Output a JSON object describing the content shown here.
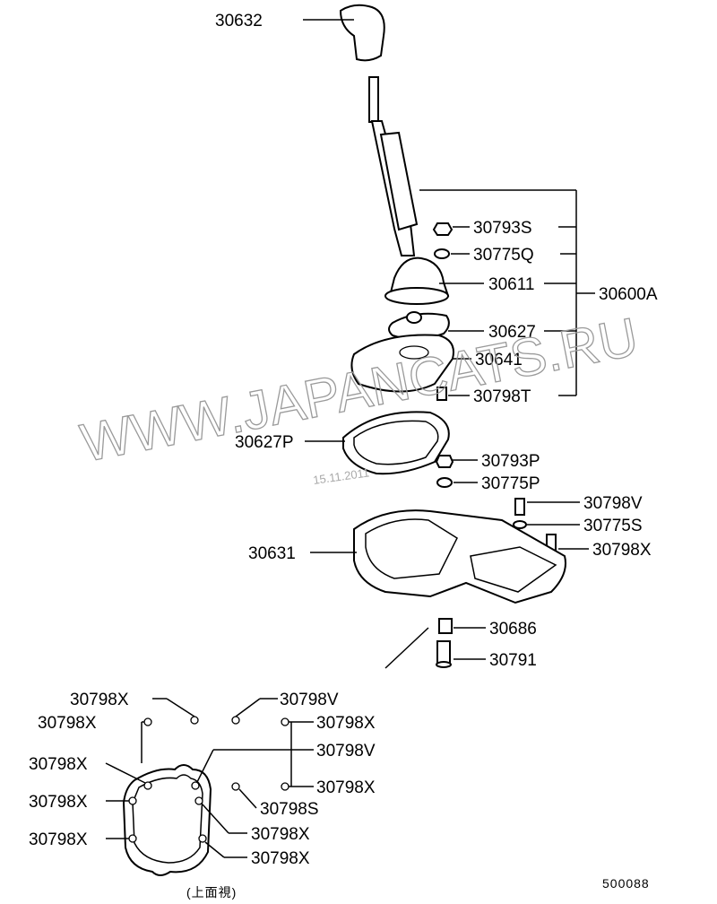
{
  "diagram_code": "500088",
  "view_note": "(上面視)",
  "watermark": "WWW.JAPANCATS.RU",
  "date_stamp": "15.11.2011",
  "parts": {
    "p30632": "30632",
    "p30793S": "30793S",
    "p30775Q": "30775Q",
    "p30611": "30611",
    "p30600A": "30600A",
    "p30627": "30627",
    "p30641": "30641",
    "p30798T": "30798T",
    "p30627P": "30627P",
    "p30793P": "30793P",
    "p30775P": "30775P",
    "p30798V": "30798V",
    "p30775S": "30775S",
    "p30798X": "30798X",
    "p30631": "30631",
    "p30686": "30686",
    "p30791": "30791"
  },
  "top_view_labels": [
    "30798X",
    "30798V",
    "30798X",
    "30798X",
    "30798V",
    "30798X",
    "30798X",
    "30798S",
    "30798X",
    "30798X",
    "30798X",
    "30798X"
  ]
}
